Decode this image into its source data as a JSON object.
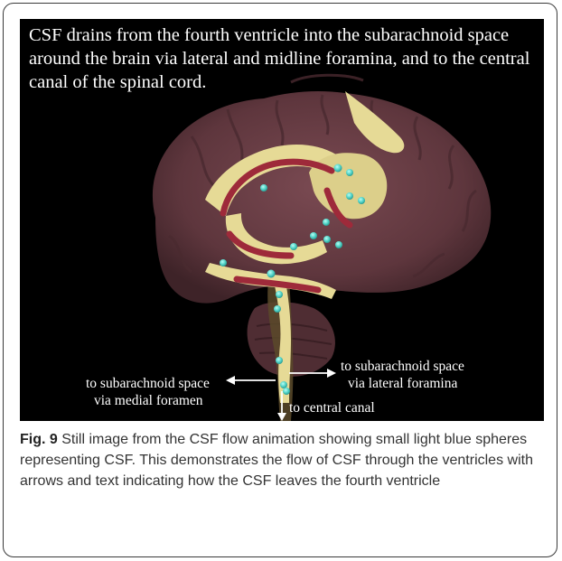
{
  "figure": {
    "heading": "CSF drains from the fourth ventricle into the subarachnoid space around the brain via lateral and midline foramina, and to the central canal of the spinal cord.",
    "labels": {
      "lateral_1": "to subarachnoid space",
      "lateral_2": "via lateral foramina",
      "medial_1": "to subarachnoid space",
      "medial_2": "via medial foramen",
      "central": "to central canal"
    },
    "colors": {
      "background": "#000000",
      "brain": "#6b3e45",
      "ventricle": "#e9de9a",
      "choroid": "#9e2a3a",
      "csf_sphere": "#4fd1c5"
    }
  },
  "caption": {
    "label": "Fig. 9",
    "text": " Still image from the CSF flow animation showing small light blue spheres representing CSF. This demonstrates the flow of CSF through the ventricles with arrows and text indicating how the CSF leaves the fourth ventricle"
  }
}
